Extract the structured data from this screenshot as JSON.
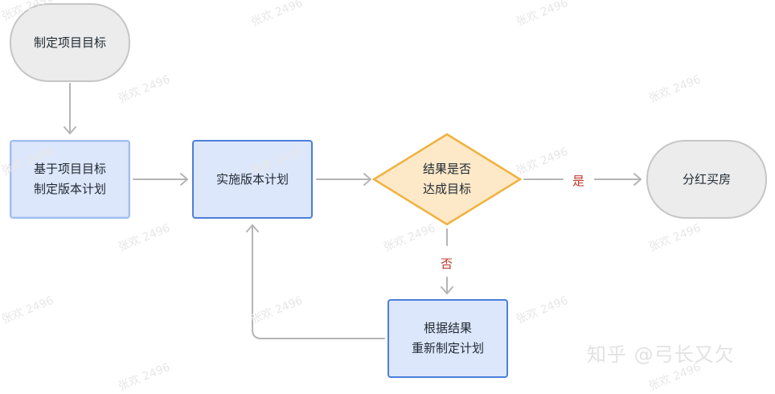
{
  "nodes": {
    "set_goal": "制定项目目标",
    "plan_line1": "基于项目目标",
    "plan_line2": "制定版本计划",
    "execute": "实施版本计划",
    "decision_line1": "结果是否",
    "decision_line2": "达成目标",
    "buy_house": "分红买房",
    "replan_line1": "根据结果",
    "replan_line2": "重新制定计划"
  },
  "edges": {
    "yes_label": "是",
    "no_label": "否"
  },
  "watermark": "张欢 2496",
  "brand": "知乎 @弓长又欠",
  "colors": {
    "box_fill": "#dde7fb",
    "box_border": "#4b7fdc",
    "pill_fill": "#ececec",
    "pill_border": "#c6c6c6",
    "decision_fill": "#fde8c8",
    "decision_border": "#f0b23e",
    "arrow": "#b5b5b5",
    "label": "#c0392b"
  }
}
